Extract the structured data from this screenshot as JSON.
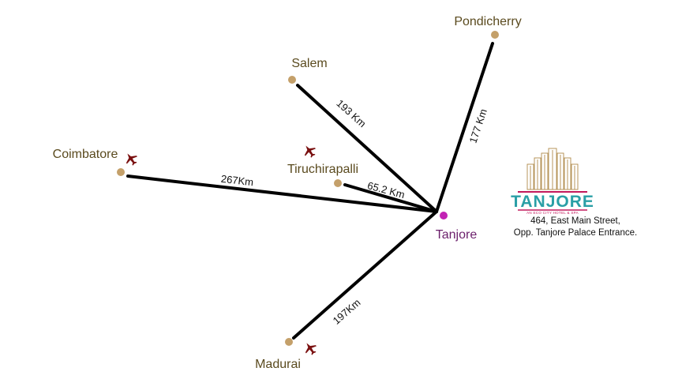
{
  "hub": {
    "name": "Tanjore",
    "color": "#c223b4"
  },
  "cities": [
    {
      "name": "Pondicherry",
      "distance": "177 Km",
      "airport": false
    },
    {
      "name": "Salem",
      "distance": "193 Km",
      "airport": false
    },
    {
      "name": "Coimbatore",
      "distance": "267Km",
      "airport": true
    },
    {
      "name": "Tiruchirapalli",
      "distance": "65.2 Km",
      "airport": true
    },
    {
      "name": "Madurai",
      "distance": "197Km",
      "airport": true
    }
  ],
  "city_dot_color": "#c4a06a",
  "plane_icon": "plane-icon",
  "plane_color": "#7a1010",
  "logo": {
    "name": "TANJORE",
    "tagline": "AN ECO CITY HOTEL & SPA",
    "accent": "#2a9fa6"
  },
  "address": {
    "line1": "464, East Main Street,",
    "line2": "Opp. Tanjore Palace Entrance."
  }
}
